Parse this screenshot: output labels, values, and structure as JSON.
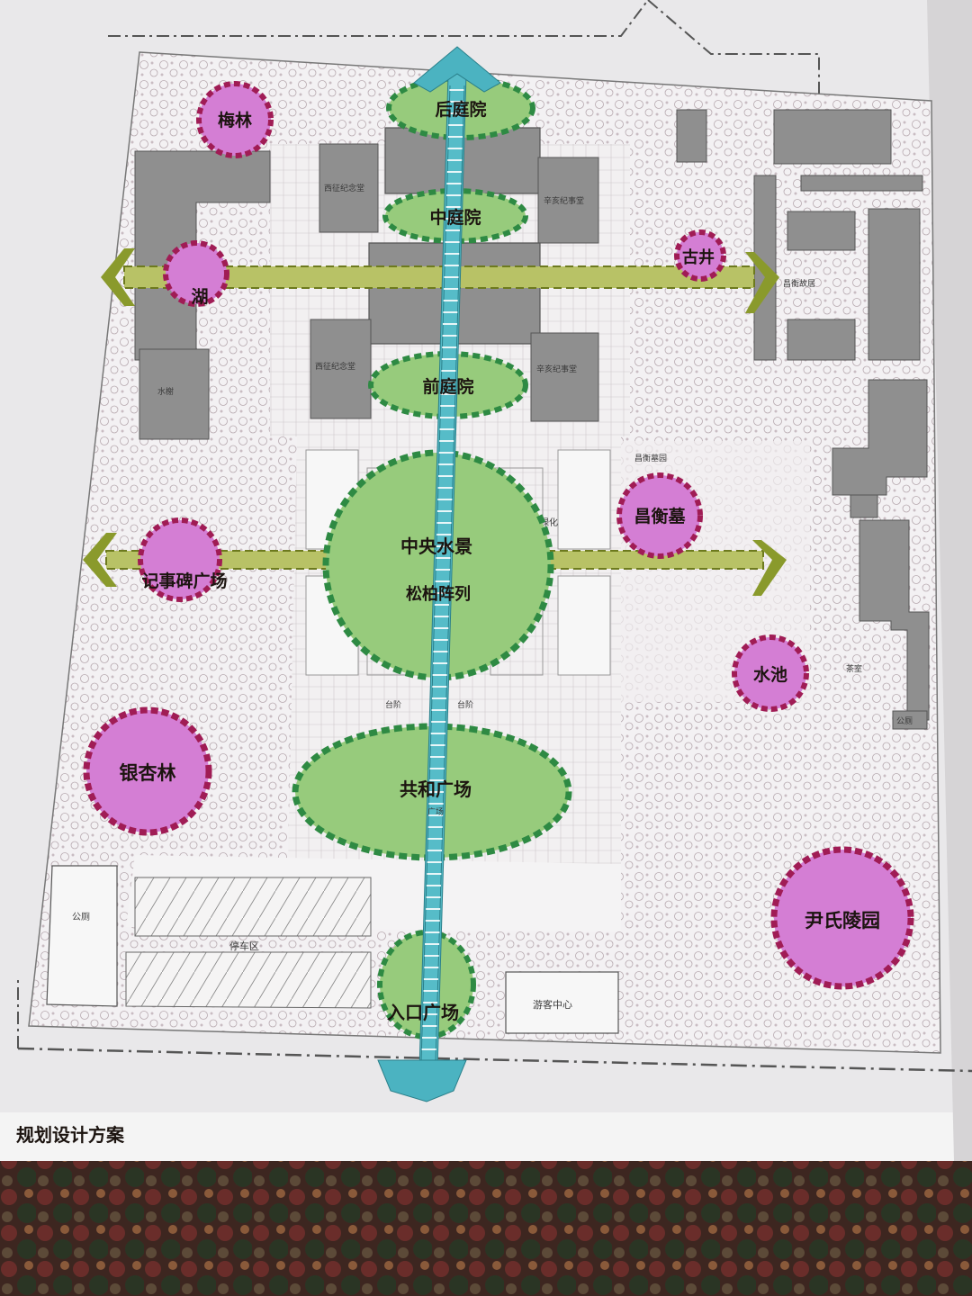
{
  "page": {
    "caption": "规划设计方案"
  },
  "map": {
    "axis_courtyards": [
      {
        "id": "rear-courtyard",
        "label": "后庭院"
      },
      {
        "id": "middle-courtyard",
        "label": "中庭院"
      },
      {
        "id": "front-courtyard",
        "label": "前庭院"
      },
      {
        "id": "central-water",
        "label": "中央水景",
        "sublabel": "松柏阵列"
      },
      {
        "id": "republic-plaza",
        "label": "共和广场"
      },
      {
        "id": "entrance-plaza",
        "label": "入口广场"
      }
    ],
    "nodes": [
      {
        "id": "plum-grove",
        "label": "梅林"
      },
      {
        "id": "lake",
        "label": "湖"
      },
      {
        "id": "ancient-well",
        "label": "古井"
      },
      {
        "id": "changheng-tomb",
        "label": "昌衡墓"
      },
      {
        "id": "stele-plaza",
        "label": "记事碑广场"
      },
      {
        "id": "pond",
        "label": "水池"
      },
      {
        "id": "ginkgo-grove",
        "label": "银杏林"
      },
      {
        "id": "yin-cemetery",
        "label": "尹氏陵园"
      }
    ],
    "small_labels": {
      "parking": "停车区",
      "visitor_center": "游客中心",
      "toilet_left": "公厕",
      "toilet_right": "公厕",
      "west_memorial_hall": "西征纪念堂",
      "east_memorial_hall": "辛亥纪事堂",
      "west_hall_2": "西征纪念堂",
      "east_hall_2": "辛亥纪事堂",
      "greenery": "绿化",
      "pines": "松柏",
      "steps": "台阶",
      "changheng_garden": "昌衡墓园",
      "former_residence": "昌衡故居",
      "tea_house": "茶室",
      "square": "广场"
    },
    "colors": {
      "paper": "#f3f2f5",
      "green_fill": "#97cb7c",
      "green_dash": "#2e8a43",
      "pink_fill": "#d47ed4",
      "pink_ring": "#a01c55",
      "axis_blue": "#56bcc8",
      "axis_olive": "#8a9a2c",
      "building": "#8f8f8f",
      "tree_line": "#a99aa0"
    }
  }
}
